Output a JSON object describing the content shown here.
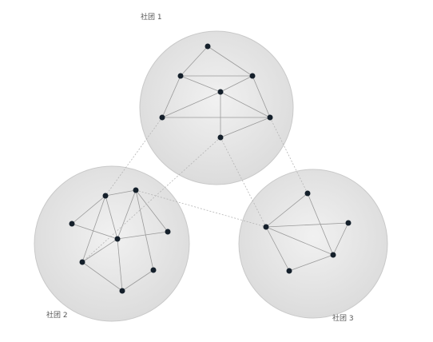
{
  "communities": [
    {
      "id": "c1",
      "label": "社团 1"
    },
    {
      "id": "c2",
      "label": "社团 2"
    },
    {
      "id": "c3",
      "label": "社团 3"
    }
  ],
  "colors": {
    "node": "#15202b",
    "edge": "#9a9a9a",
    "circle_fill": "#e8e8e8",
    "circle_stroke": "#c9c9c9",
    "label": "#555555"
  }
}
